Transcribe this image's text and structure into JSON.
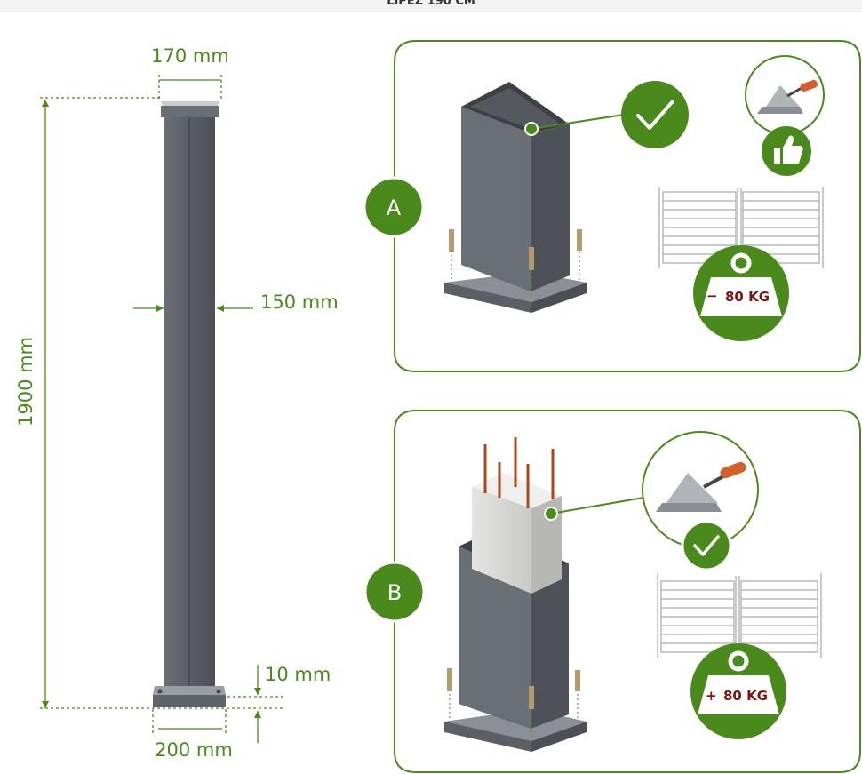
{
  "header": {
    "caption": "LIPEZ 190 CM"
  },
  "dimensions": {
    "top_width": "170 mm",
    "body_width": "150 mm",
    "height": "1900 mm",
    "plate_thickness": "10 mm",
    "base_width": "200 mm"
  },
  "option_a": {
    "badge": "A",
    "weight_label": "80 KG",
    "weight_sign": "−"
  },
  "option_b": {
    "badge": "B",
    "weight_label": "80 KG",
    "weight_sign": "+"
  },
  "icons": [
    "check-icon",
    "trowel-icon",
    "thumbs-up-icon",
    "gate-icon",
    "weight-icon",
    "screw-icon"
  ],
  "colors": {
    "accent_green": "#4a8a1c",
    "post_gray": "#5f636a",
    "weight_red": "#7b1414"
  }
}
